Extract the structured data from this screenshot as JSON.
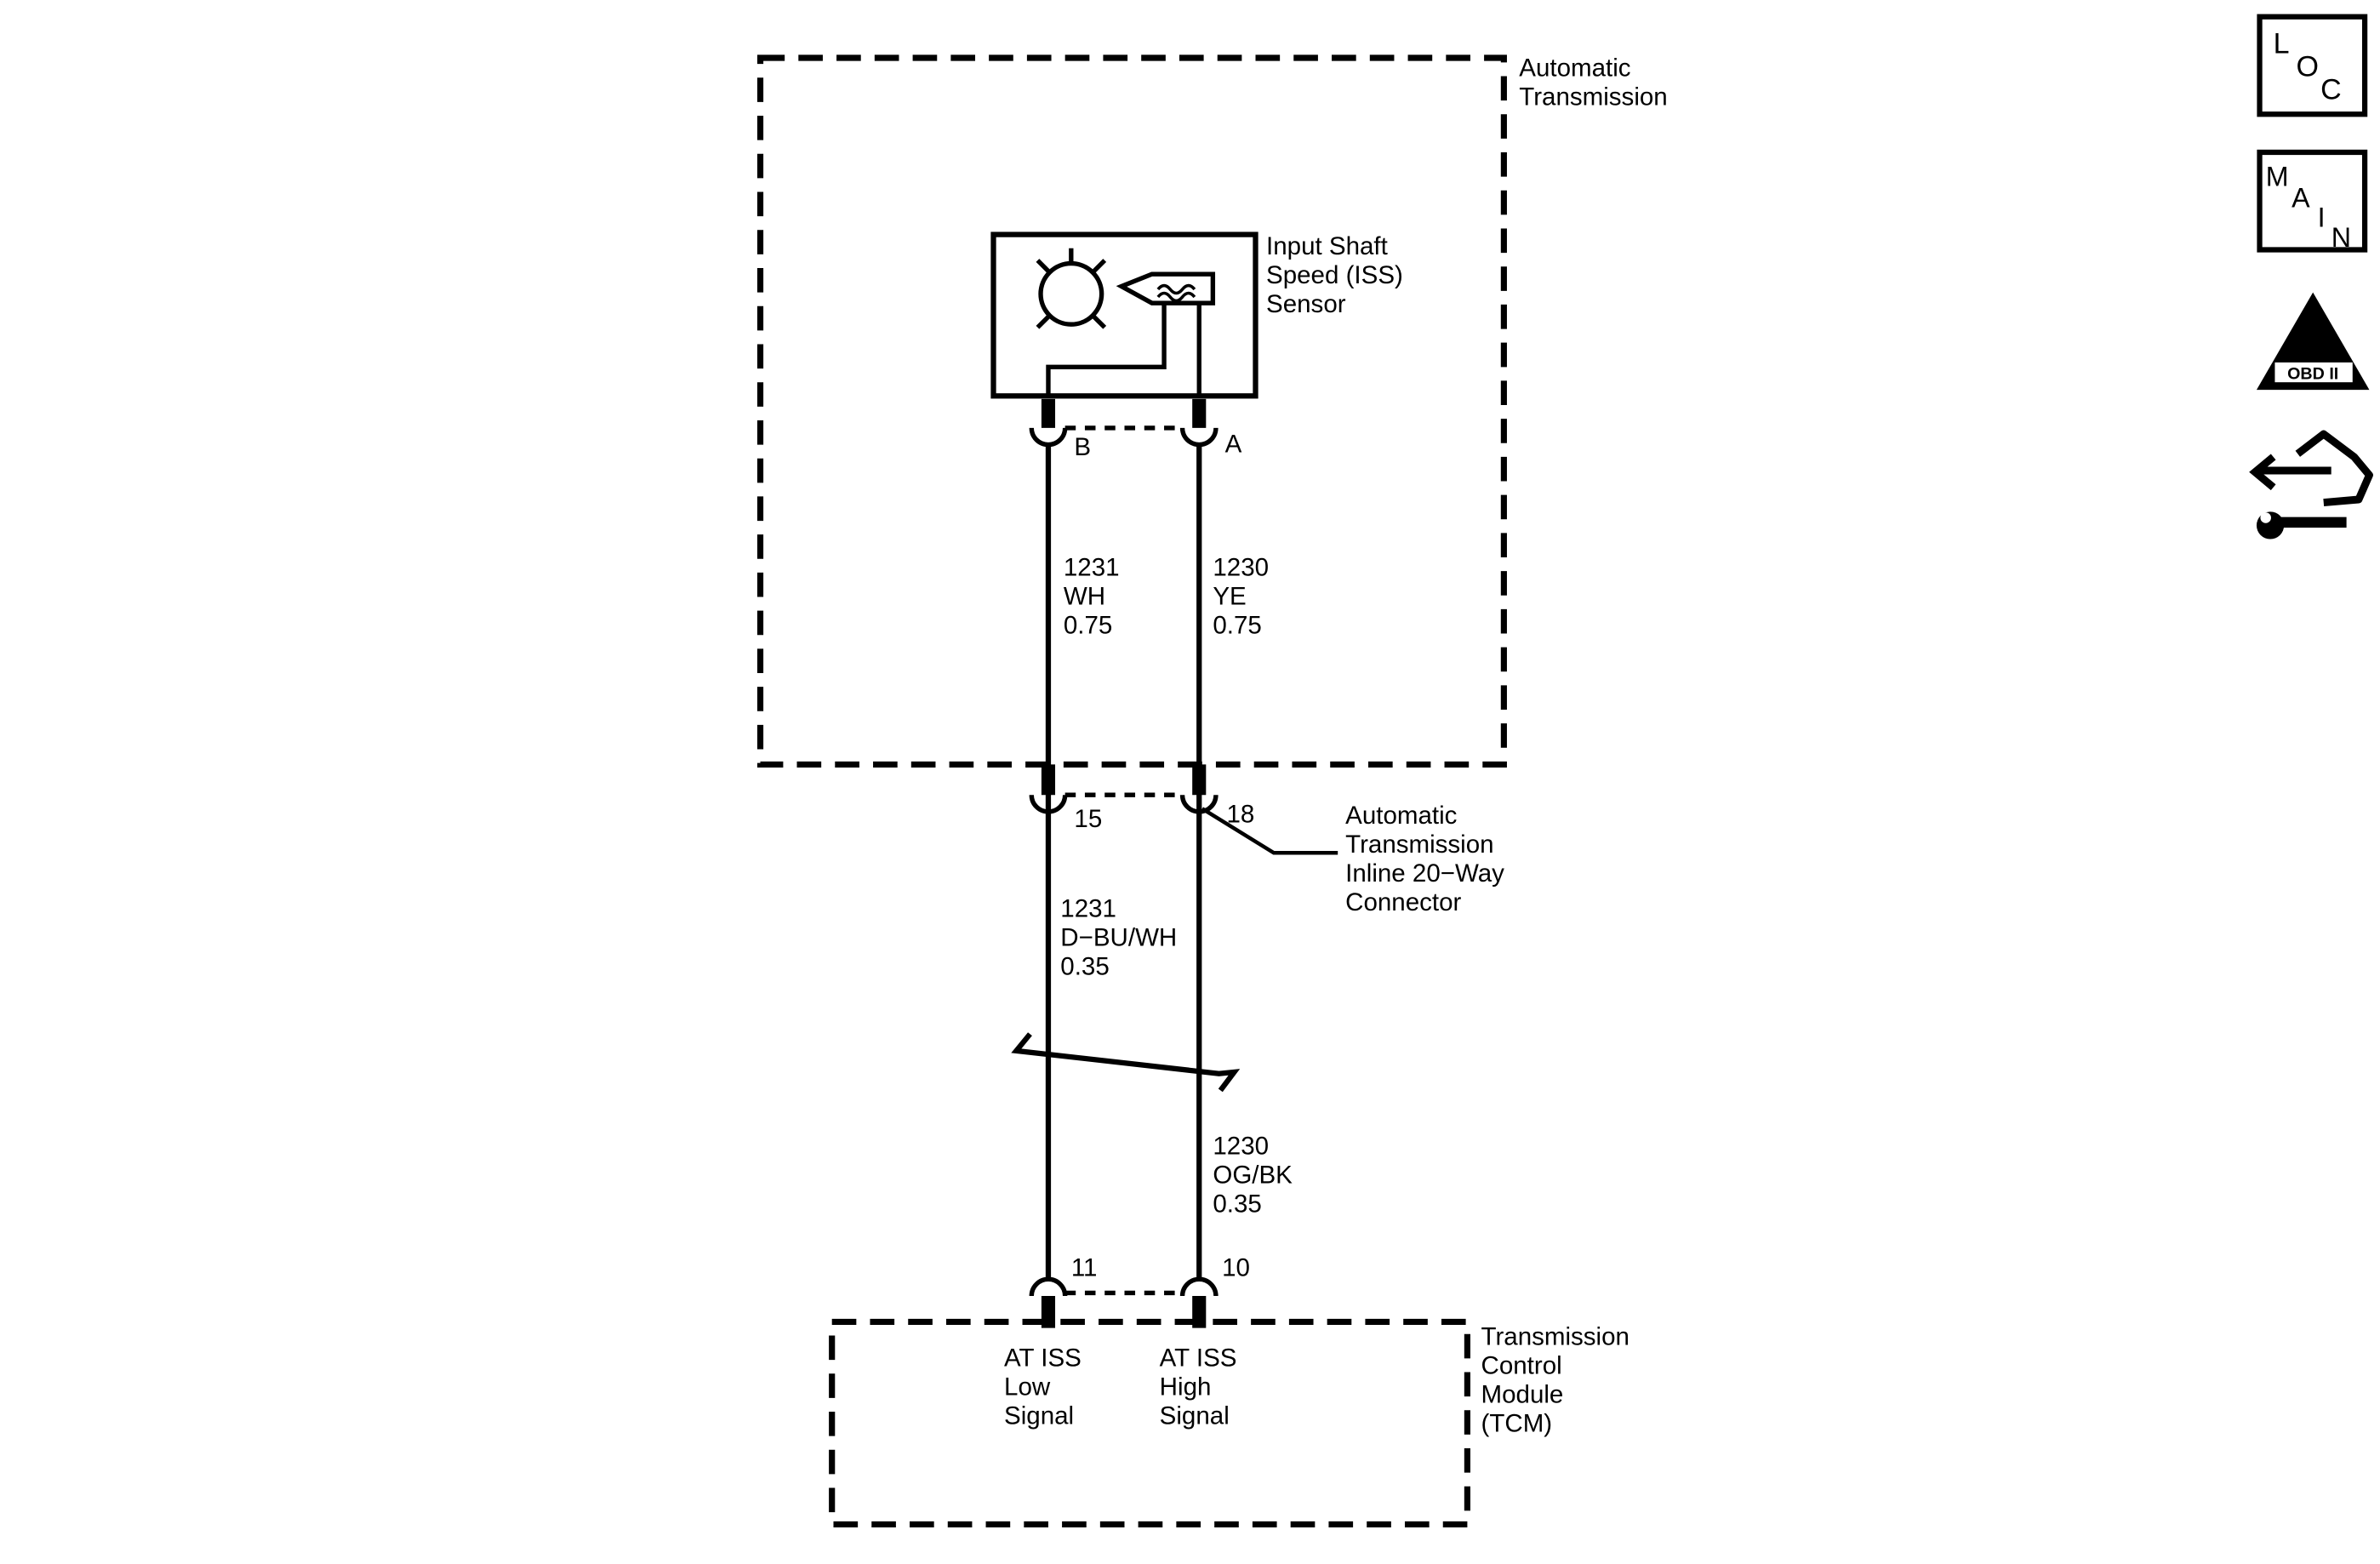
{
  "automatic_transmission": {
    "line1": "Automatic",
    "line2": "Transmission"
  },
  "iss_sensor": {
    "line1": "Input Shaft",
    "line2": "Speed (ISS)",
    "line3": "Sensor",
    "pin_b": "B",
    "pin_a": "A"
  },
  "wires_upper": {
    "left": {
      "circuit": "1231",
      "color": "WH",
      "gauge": "0.75"
    },
    "right": {
      "circuit": "1230",
      "color": "YE",
      "gauge": "0.75"
    }
  },
  "inline_connector": {
    "pin_left": "15",
    "pin_right": "18",
    "line1": "Automatic",
    "line2": "Transmission",
    "line3": "Inline 20−Way",
    "line4": "Connector"
  },
  "wires_lower": {
    "left": {
      "circuit": "1231",
      "color": "D−BU/WH",
      "gauge": "0.35"
    },
    "right": {
      "circuit": "1230",
      "color": "OG/BK",
      "gauge": "0.35"
    }
  },
  "tcm": {
    "pin_left": "11",
    "pin_right": "10",
    "low_line1": "AT ISS",
    "low_line2": "Low",
    "low_line3": "Signal",
    "high_line1": "AT ISS",
    "high_line2": "High",
    "high_line3": "Signal",
    "line1": "Transmission",
    "line2": "Control",
    "line3": "Module",
    "line4": "(TCM)"
  },
  "side_icons": {
    "loc": {
      "l": "L",
      "o": "O",
      "c": "C"
    },
    "main": {
      "m": "M",
      "a": "A",
      "i": "I",
      "n": "N"
    },
    "obd": {
      "roman": "II",
      "label": "OBD II"
    },
    "service": "wiring-service-icon"
  }
}
